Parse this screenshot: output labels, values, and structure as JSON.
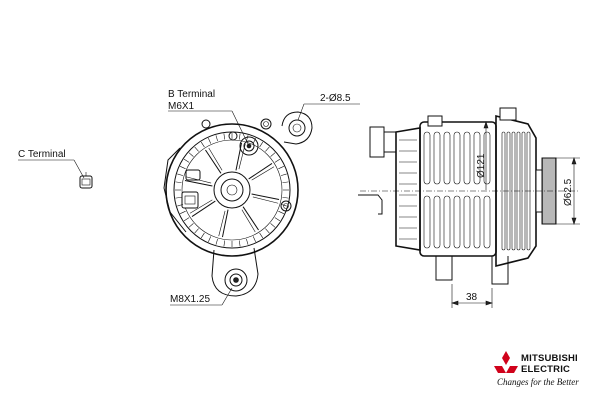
{
  "labels": {
    "b_terminal": "B Terminal",
    "b_terminal_thread": "M6X1",
    "c_terminal": "C Terminal",
    "mount_holes": "2-Ø8.5",
    "mount_thread": "M8X1.25"
  },
  "dimensions": {
    "diameter_121": "Ø121",
    "pulley_diameter": "Ø62.5",
    "width_38": "38"
  },
  "brand": {
    "name_line1": "MITSUBISHI",
    "name_line2": "ELECTRIC",
    "tagline": "Changes for the Better",
    "logo": "three-diamond-logo-icon"
  }
}
